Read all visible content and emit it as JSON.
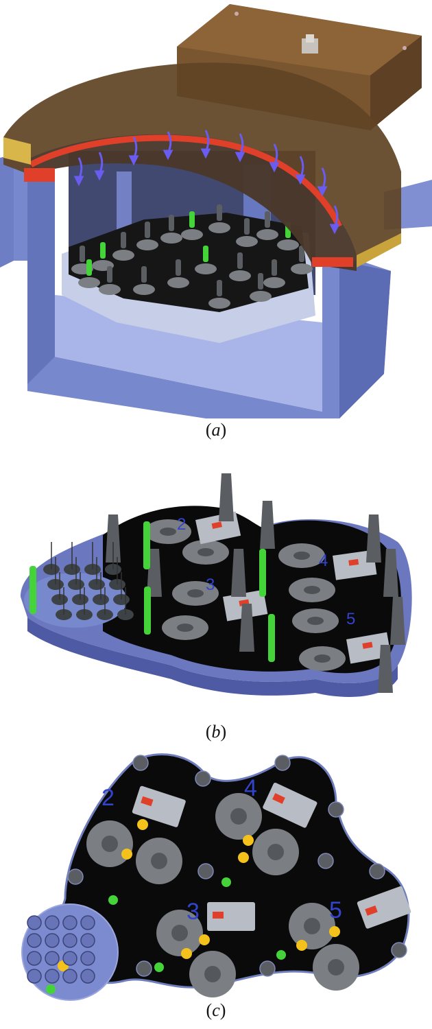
{
  "captions": {
    "a": {
      "open": "(",
      "letter": "a",
      "close": ")"
    },
    "b": {
      "open": "(",
      "letter": "b",
      "close": ")"
    },
    "c": {
      "open": "(",
      "letter": "c",
      "close": ")"
    }
  },
  "puck_numbers": [
    "2",
    "3",
    "4",
    "5"
  ],
  "colors": {
    "plate": "#0a0a0a",
    "frame": "#6f7dbc",
    "lid": "#6b4a24",
    "seal": "#e0402a",
    "arrow": "#6a5cf0",
    "grey_cap": "#5a5e62",
    "disk": "#7b7f84",
    "label": "#b8bcc4",
    "yellow": "#f5c21b",
    "green": "#45d33a",
    "number": "#3344cc"
  }
}
